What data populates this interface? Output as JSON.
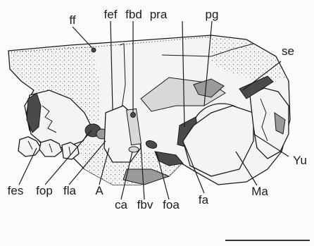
{
  "labels": {
    "ff": "ff",
    "fef": "fef",
    "fbd": "fbd",
    "pra": "pra",
    "pg": "pg",
    "se": "se",
    "yu": "Yu",
    "ma": "Ma",
    "fa": "fa",
    "foa": "foa",
    "fbv": "fbv",
    "ca": "ca",
    "a": "A",
    "fla": "fla",
    "fop": "fop",
    "fes": "fes"
  }
}
